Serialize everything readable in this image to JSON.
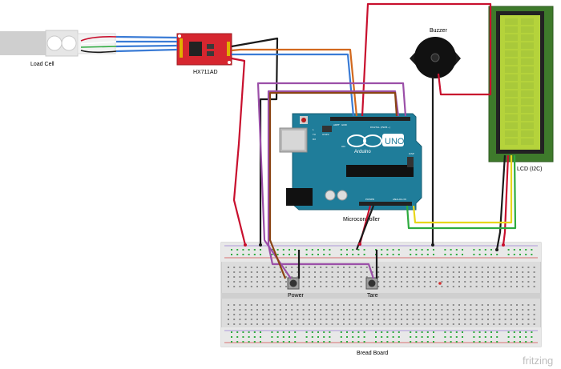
{
  "labels": {
    "load_cell": "Load Cell",
    "hx711": "HX711AD",
    "buzzer": "Buzzer",
    "lcd": "LCD (I2C)",
    "microcontroller": "Microcontroller",
    "power_button": "Power",
    "tare_button": "Tare",
    "breadboard": "Bread Board",
    "brand": "fritzing"
  },
  "arduino_text": {
    "uno": "UNO",
    "arduino": "Arduino",
    "digital": "DIGITAL (PWM~)",
    "power": "POWER",
    "analog": "ANALOG IN",
    "aref": "AREF",
    "gnd": "GND",
    "tx": "TX",
    "rx": "RX",
    "l": "L",
    "on": "ON",
    "icsp": "ICSP",
    "icsp2": "ICSP2"
  },
  "colors": {
    "wire_red": "#c8102e",
    "wire_black": "#1a1a1a",
    "wire_brown": "#8b4513",
    "wire_orange": "#d2691e",
    "wire_blue": "#3a7bd5",
    "wire_purple": "#9b4fa8",
    "wire_yellow": "#e8d61a",
    "wire_green": "#2eab3f",
    "arduino_teal": "#1f7d9a",
    "hx711_red": "#d6262f",
    "lcd_green": "#3e7a2b",
    "lcd_screen": "#b5d33b",
    "power_label": "#d32f2f",
    "tare_label": "#2eab3f"
  }
}
